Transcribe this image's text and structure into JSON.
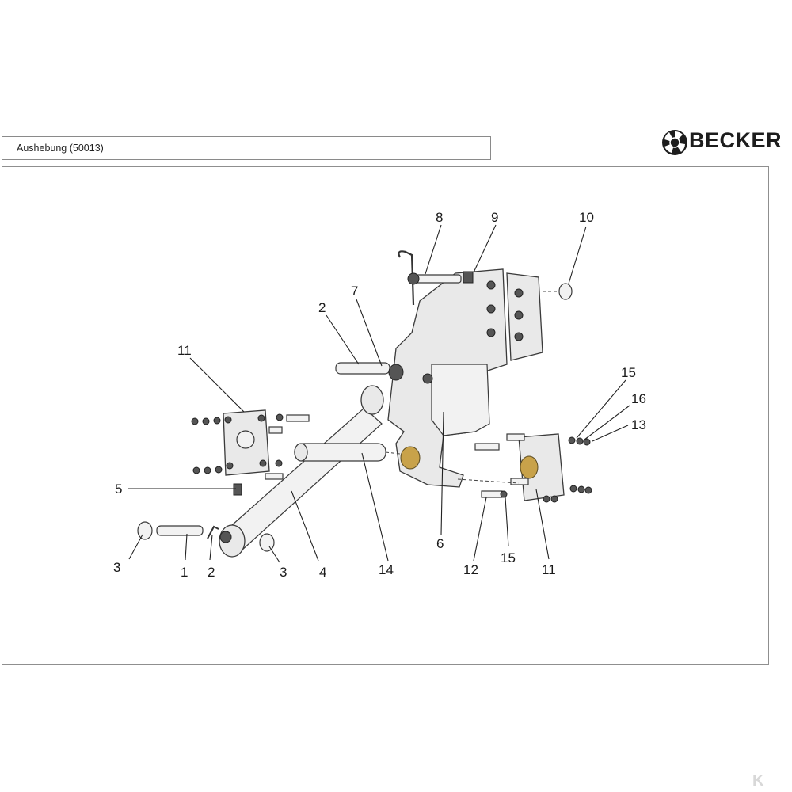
{
  "header": {
    "title": "Aushebung (50013)"
  },
  "brand": {
    "name": "BECKER",
    "color": "#1d1d1d"
  },
  "callouts": {
    "c8": "8",
    "c9": "9",
    "c10": "10",
    "c7": "7",
    "c2_top": "2",
    "c11_left": "11",
    "c15_top": "15",
    "c16": "16",
    "c13": "13",
    "c5": "5",
    "c6": "6",
    "c3_left": "3",
    "c1": "1",
    "c2_bottom": "2",
    "c3_right": "3",
    "c4": "4",
    "c14": "14",
    "c12": "12",
    "c15_bottom": "15",
    "c11_right": "11"
  },
  "watermark": {
    "text": "K"
  }
}
